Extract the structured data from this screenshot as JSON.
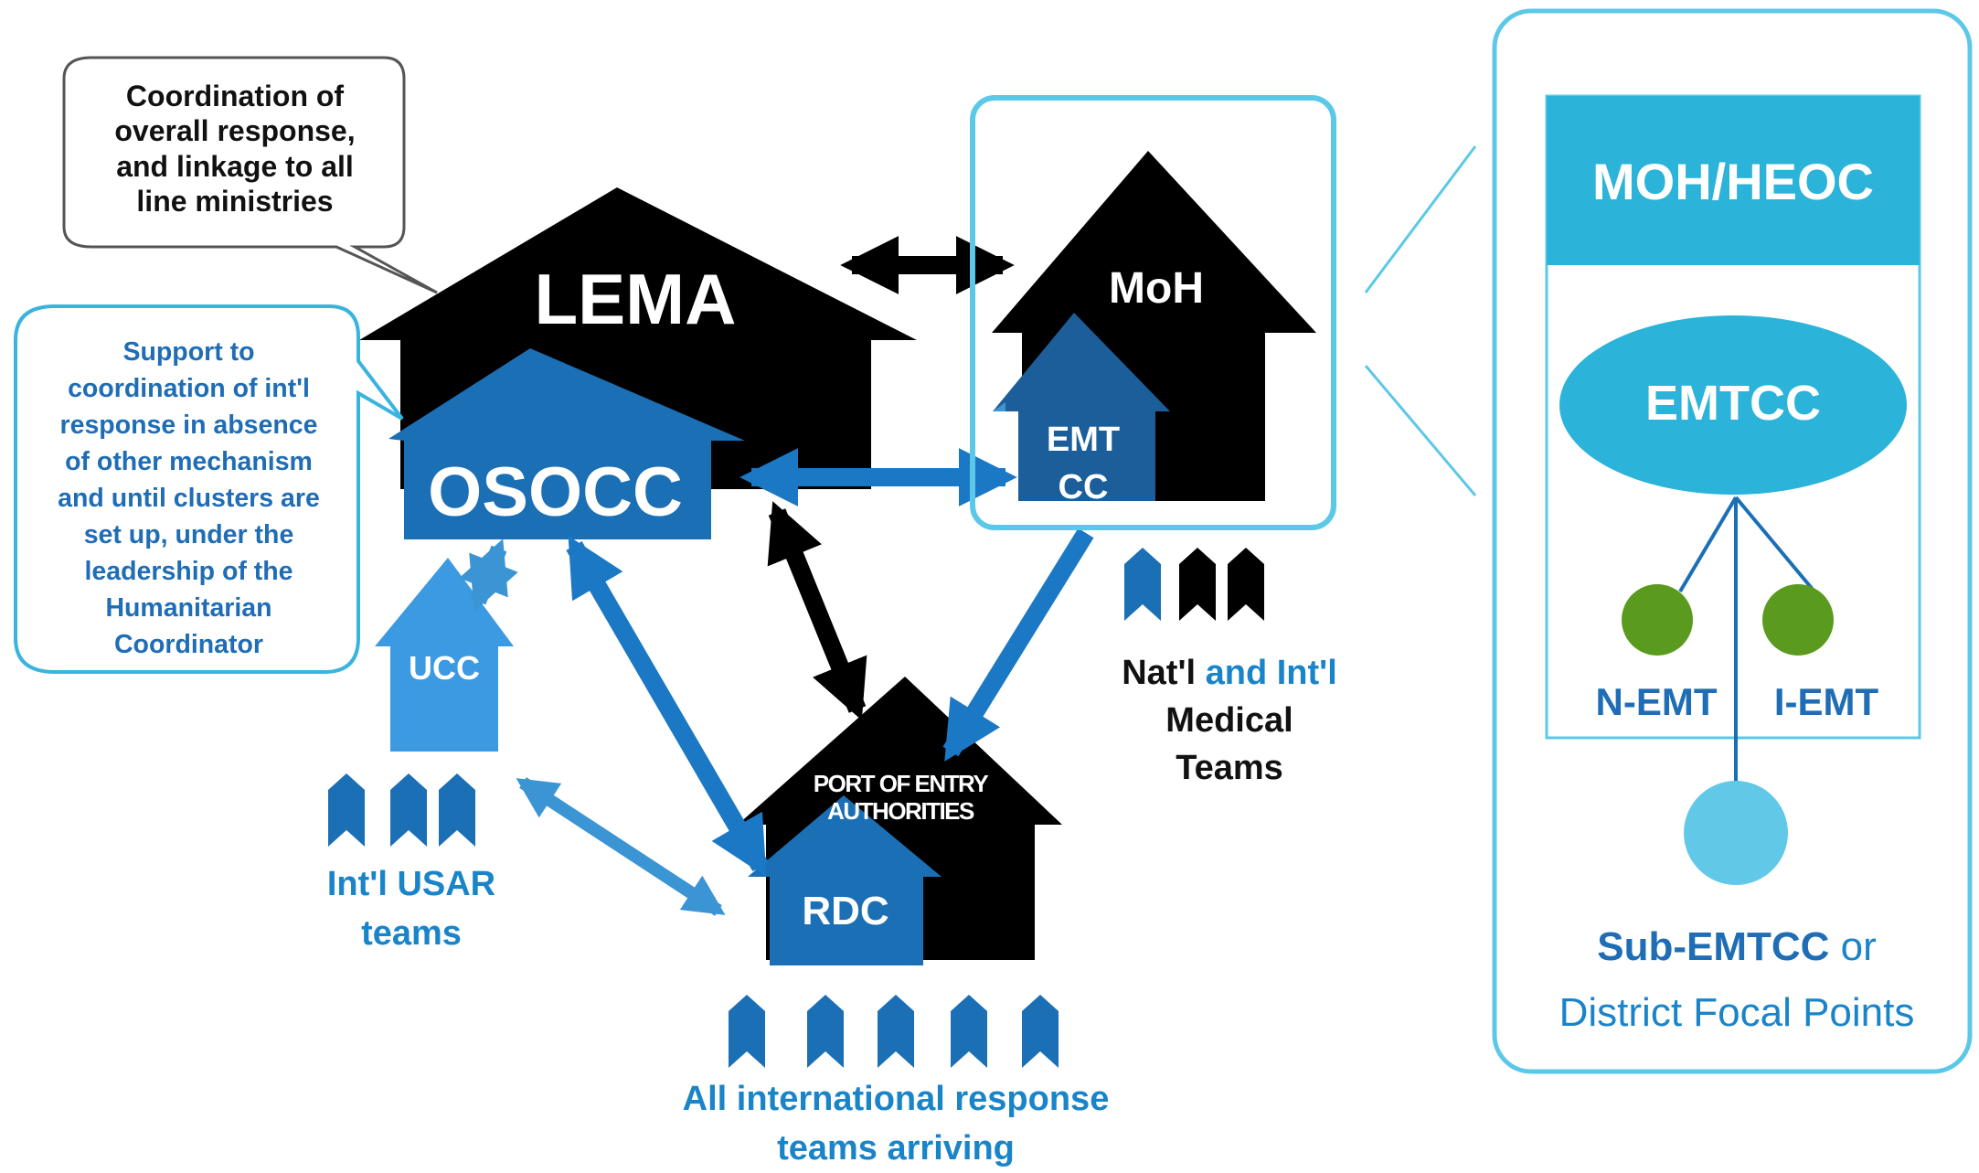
{
  "callout_lema": {
    "lines": [
      "Coordination of",
      "overall response,",
      "and linkage to all",
      "line ministries"
    ]
  },
  "callout_osocc": {
    "lines": [
      "Support to",
      "coordination of int'l",
      "response in absence",
      "of other mechanism",
      "and until clusters are",
      "set up, under the",
      "leadership of the",
      "Humanitarian",
      "Coordinator"
    ]
  },
  "houses": {
    "lema": "LEMA",
    "osocc": "OSOCC",
    "moh": "MoH",
    "emtcc": [
      "EMT",
      "CC"
    ],
    "ucc": "UCC",
    "port_of_entry": [
      "PORT OF ENTRY",
      "AUTHORITIES"
    ],
    "rdc": "RDC"
  },
  "teams": {
    "medical": {
      "part1": "Nat'l",
      "part2": " and Int'l",
      "line2": "Medical",
      "line3": "Teams"
    },
    "usar": [
      "Int'l USAR",
      "teams"
    ],
    "all_international": [
      "All international response",
      "teams arriving"
    ]
  },
  "panel": {
    "header": "MOH/HEOC",
    "ellipse": "EMTCC",
    "left_node": "N-EMT",
    "right_node": "I-EMT",
    "sub_bold": "Sub-EMTCC",
    "sub_rest": " or",
    "sub_line2": "District Focal Points"
  },
  "colors": {
    "black": "#000000",
    "dark_blue": "#1b6fb5",
    "medium_blue": "#3499d9",
    "navy": "#133f73",
    "cyan": "#2bb3d9",
    "light_cyan": "#62c8e8",
    "green": "#5a9a1e",
    "text_blue": "#1a84c9"
  }
}
